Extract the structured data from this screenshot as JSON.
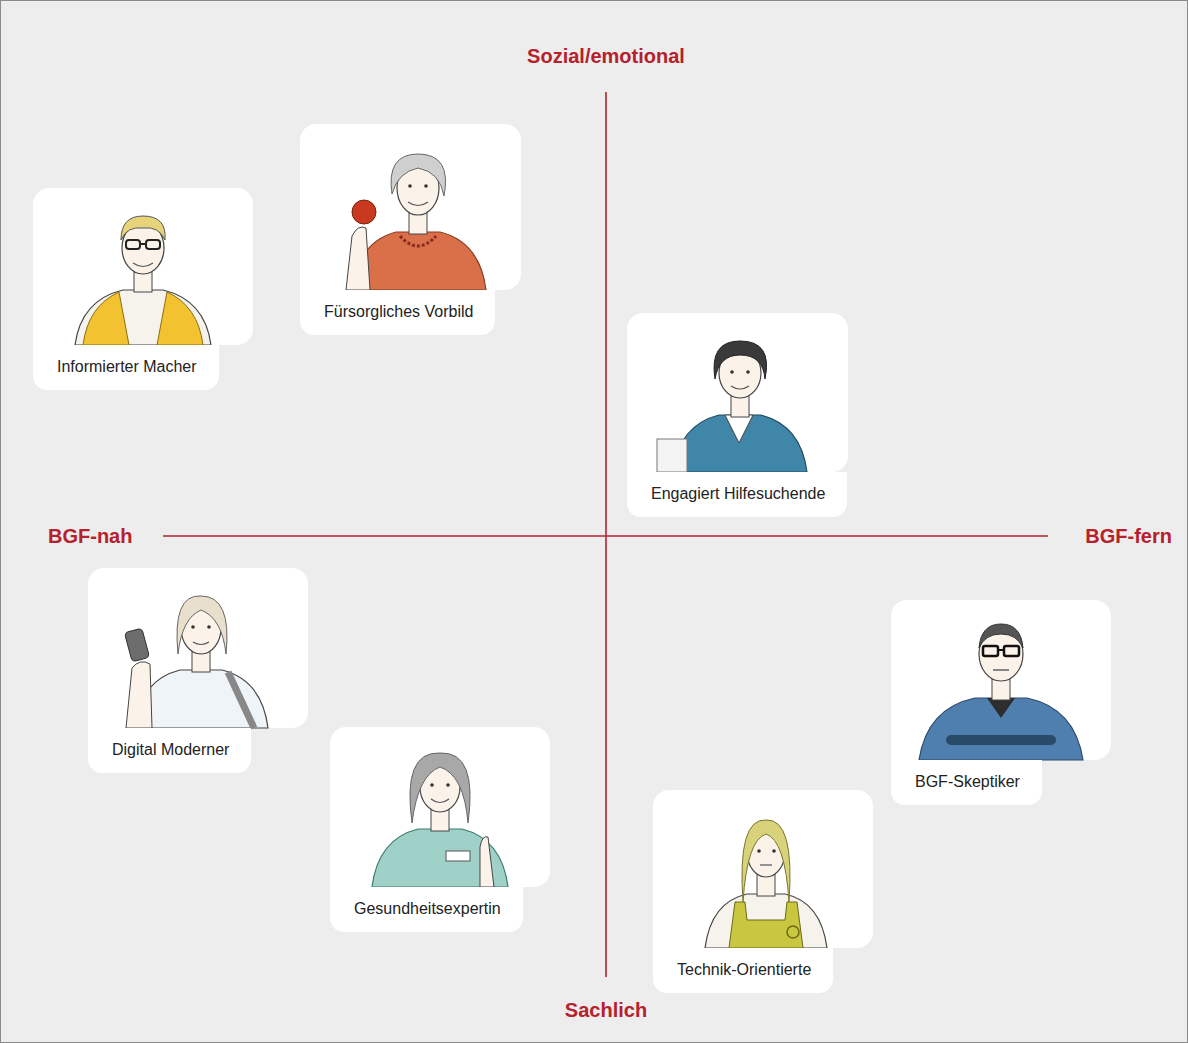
{
  "diagram": {
    "nodes": [
      {
        "text": [
          "Informierter Macher"
        ]
      },
      {
        "text": [
          "Fürsorgliches Vorbild"
        ]
      },
      {
        "text": [
          "Engagiert Hilfesuchende"
        ]
      },
      {
        "text": [
          "Digital Moderner"
        ]
      },
      {
        "text": [
          "Gesundheitsexpertin"
        ]
      },
      {
        "text": [
          "BGF-Skeptiker"
        ]
      },
      {
        "text": [
          "Technik-Orientierte"
        ]
      }
    ],
    "labels": [
      "Sozial/emotional",
      "BGF-nah",
      "BGF-fern",
      "Sachlich"
    ]
  }
}
